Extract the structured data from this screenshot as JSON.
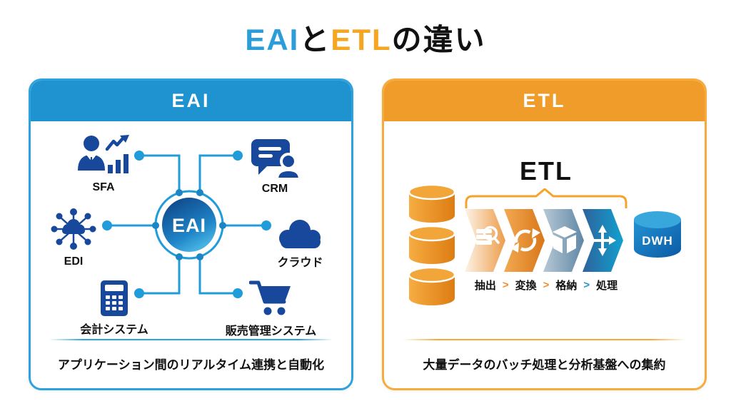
{
  "title": {
    "eai": "EAI",
    "connector": "と",
    "etl": "ETL",
    "suffix": "の違い"
  },
  "eai_panel": {
    "header": "EAI",
    "hub_label": "EAI",
    "nodes": [
      {
        "id": "sfa",
        "label": "SFA",
        "icon": "businessman-chart-icon"
      },
      {
        "id": "crm",
        "label": "CRM",
        "icon": "chat-person-icon"
      },
      {
        "id": "edi",
        "label": "EDI",
        "icon": "network-cloud-icon"
      },
      {
        "id": "cloud",
        "label": "クラウド",
        "icon": "cloud-icon"
      },
      {
        "id": "accounting",
        "label": "会計システム",
        "icon": "calculator-icon"
      },
      {
        "id": "sales",
        "label": "販売管理システム",
        "icon": "shopping-cart-icon"
      }
    ],
    "caption": "アプリケーション間のリアルタイム連携と自動化"
  },
  "etl_panel": {
    "header": "ETL",
    "flow_title": "ETL",
    "source_database_count": 3,
    "steps": [
      "抽出",
      "変換",
      "格納",
      "処理"
    ],
    "separator": ">",
    "dwh_label": "DWH",
    "caption": "大量データのバッチ処理と分析基盤への集約"
  },
  "colors": {
    "eai_blue": "#1E93D0",
    "etl_orange": "#F09C2A",
    "icon_navy": "#17489B",
    "connector_blue": "#1F9CD9",
    "separator_orange": "#EF8F2A",
    "separator_blue": "#2196C9"
  }
}
